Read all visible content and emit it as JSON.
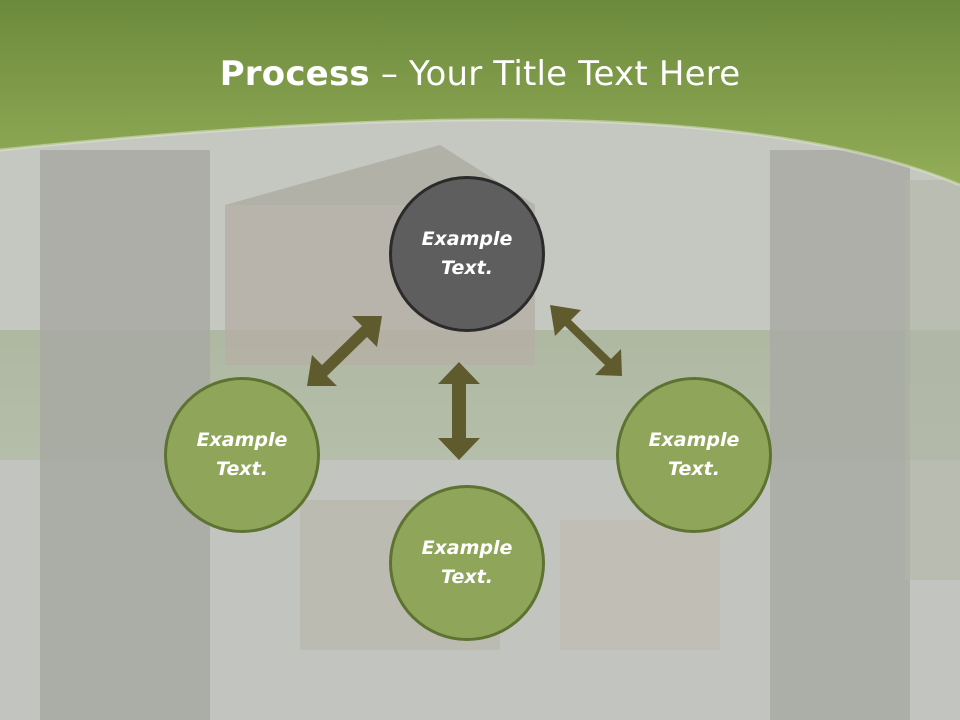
{
  "title": {
    "bold": "Process",
    "rest": " – Your Title Text Here"
  },
  "nodes": {
    "top": {
      "line1": "Example",
      "line2": "Text."
    },
    "left": {
      "line1": "Example",
      "line2": "Text."
    },
    "right": {
      "line1": "Example",
      "line2": "Text."
    },
    "bottom": {
      "line1": "Example",
      "line2": "Text."
    }
  },
  "colors": {
    "header_green": "#8fa65a",
    "center_node": "#5e5e5e",
    "outer_node": "#8fa65a",
    "arrow": "#5f5b2e"
  }
}
